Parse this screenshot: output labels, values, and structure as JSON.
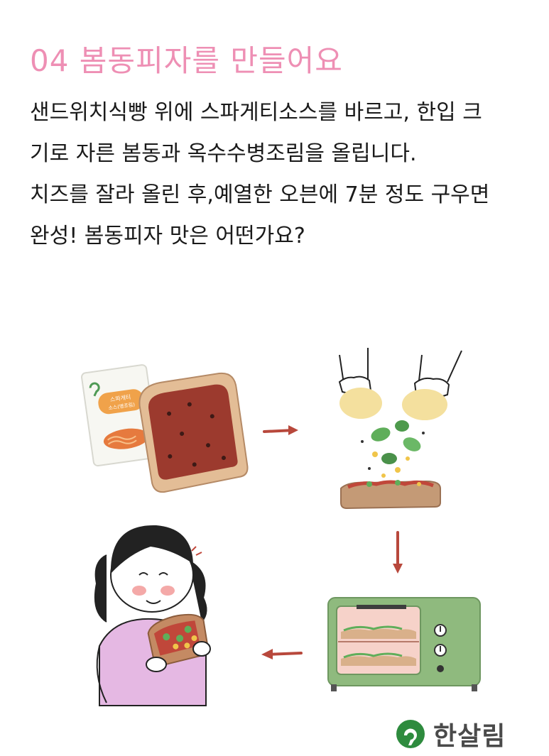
{
  "title": "04 봄동피자를 만들어요",
  "lines": [
    "샌드위치식빵 위에 스파게티소스를 바르고, 한입 크",
    "기로 자른 봄동과 옥수수병조림을 올립니다.",
    "치즈를 잘라 올린 후,예열한 오븐에 7분 정도 구우면",
    "완성! 봄동피자 맛은 어떤가요?"
  ],
  "sauce_pack_text": [
    "스파게티",
    "소스(병조림)"
  ],
  "brand": {
    "name": "한살림",
    "color": "#2e8b3e"
  }
}
